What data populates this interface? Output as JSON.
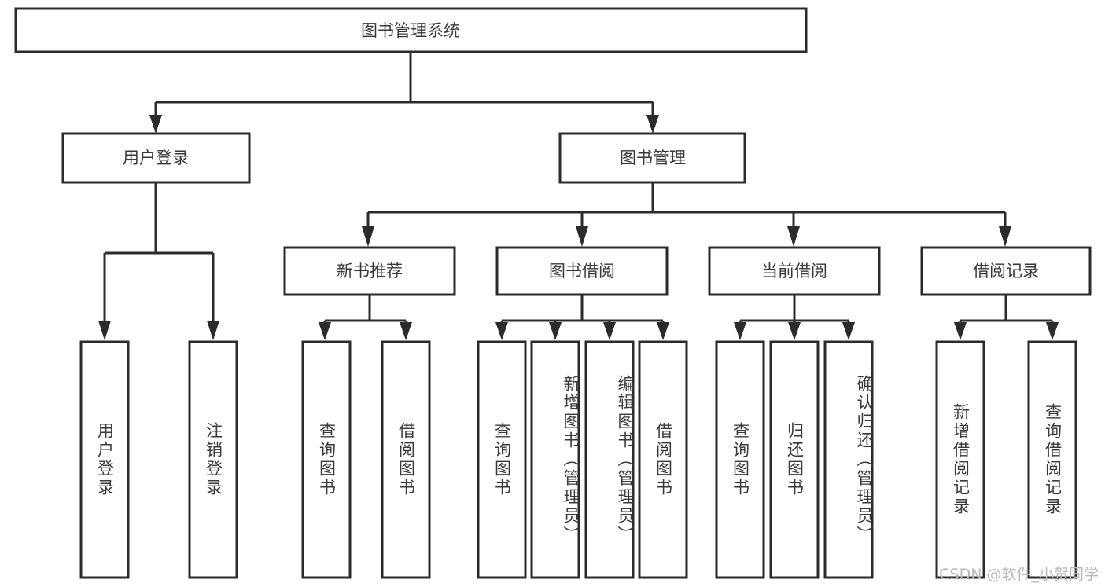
{
  "chart_data": {
    "type": "diagram",
    "title": "图书管理系统",
    "diagram_kind": "hierarchical-tree",
    "orientation": "top-down",
    "levels": 4
  },
  "root": {
    "label": "图书管理系统"
  },
  "level2": [
    {
      "label": "用户登录"
    },
    {
      "label": "图书管理"
    }
  ],
  "level3": [
    {
      "label": "新书推荐"
    },
    {
      "label": "图书借阅"
    },
    {
      "label": "当前借阅"
    },
    {
      "label": "借阅记录"
    }
  ],
  "leaves": {
    "user_login": [
      {
        "label": "用户登录"
      },
      {
        "label": "注销登录"
      }
    ],
    "new_book_recommend": [
      {
        "label": "查询图书"
      },
      {
        "label": "借阅图书"
      }
    ],
    "book_borrow": [
      {
        "label": "查询图书"
      },
      {
        "label": "新增图书（管理员）"
      },
      {
        "label": "编辑图书（管理员）"
      },
      {
        "label": "借阅图书"
      }
    ],
    "current_borrow": [
      {
        "label": "查询图书"
      },
      {
        "label": "归还图书"
      },
      {
        "label": "确认归还（管理员）"
      }
    ],
    "borrow_record": [
      {
        "label": "新增借阅记录"
      },
      {
        "label": "查询借阅记录"
      }
    ]
  },
  "watermark": {
    "text": "CSDN @软件_小贺同学"
  },
  "colors": {
    "stroke": "#2b2b2b",
    "box_fill": "#ffffff",
    "text": "#3a3a3a",
    "watermark": "#b9b9b9",
    "background": "#ffffff"
  }
}
